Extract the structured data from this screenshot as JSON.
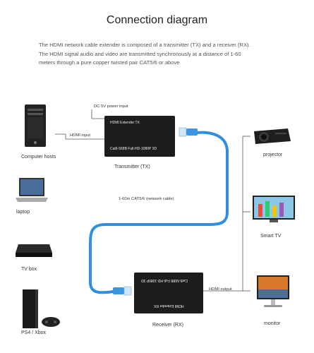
{
  "header": {
    "title": "Connection diagram",
    "description": [
      "The HDMI network cable extender is composed of a transmitter (TX) and a receiver (RX).",
      "The HDMI signal audio and video are transmitted synchronously at a distance of 1-60",
      "meters through a pure copper twisted pair CAT5/6 or above"
    ]
  },
  "sources": [
    {
      "label": "Computer hosts",
      "icon": "computer-tower-icon"
    },
    {
      "label": "laptop",
      "icon": "laptop-icon"
    },
    {
      "label": "TV box",
      "icon": "tv-box-icon"
    },
    {
      "label": "PS4 / Xbox",
      "icon": "game-console-icon"
    }
  ],
  "outputs": [
    {
      "label": "projector",
      "icon": "projector-icon"
    },
    {
      "label": "Smart TV",
      "icon": "smart-tv-icon"
    },
    {
      "label": "monitor",
      "icon": "monitor-icon"
    }
  ],
  "transmitter": {
    "power_label": "DC 5V power input",
    "input_label": "HDMI input",
    "top_text": "HDMI  Extender  TX",
    "bottom_text": "Cat6-568B Full-HD-1080P 3D",
    "caption": "Transmitter (TX)"
  },
  "receiver": {
    "top_text": "Cat6-568B Full-HD-1080P 3D",
    "bottom_text": "HDMI  Extender  RX",
    "output_label": "HDMI output",
    "caption": "Receiver (RX)"
  },
  "cable": {
    "label": "1-60m CAT5/6 (network cable)",
    "color": "#2e8fe0"
  }
}
